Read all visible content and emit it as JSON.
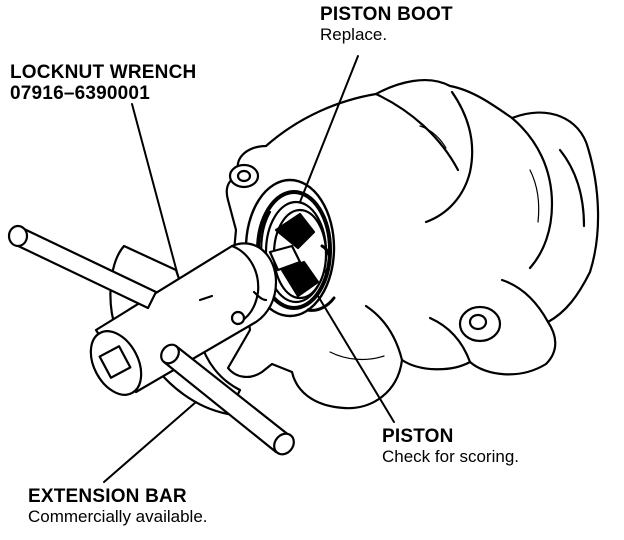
{
  "labels": {
    "piston_boot": {
      "title": "PISTON BOOT",
      "note": "Replace."
    },
    "locknut_wrench": {
      "title": "LOCKNUT WRENCH",
      "part_number": "07916–6390001"
    },
    "piston": {
      "title": "PISTON",
      "note": "Check for scoring."
    },
    "extension_bar": {
      "title": "EXTENSION BAR",
      "note": "Commercially available."
    }
  },
  "colors": {
    "ink": "#000000",
    "paper": "#ffffff"
  }
}
